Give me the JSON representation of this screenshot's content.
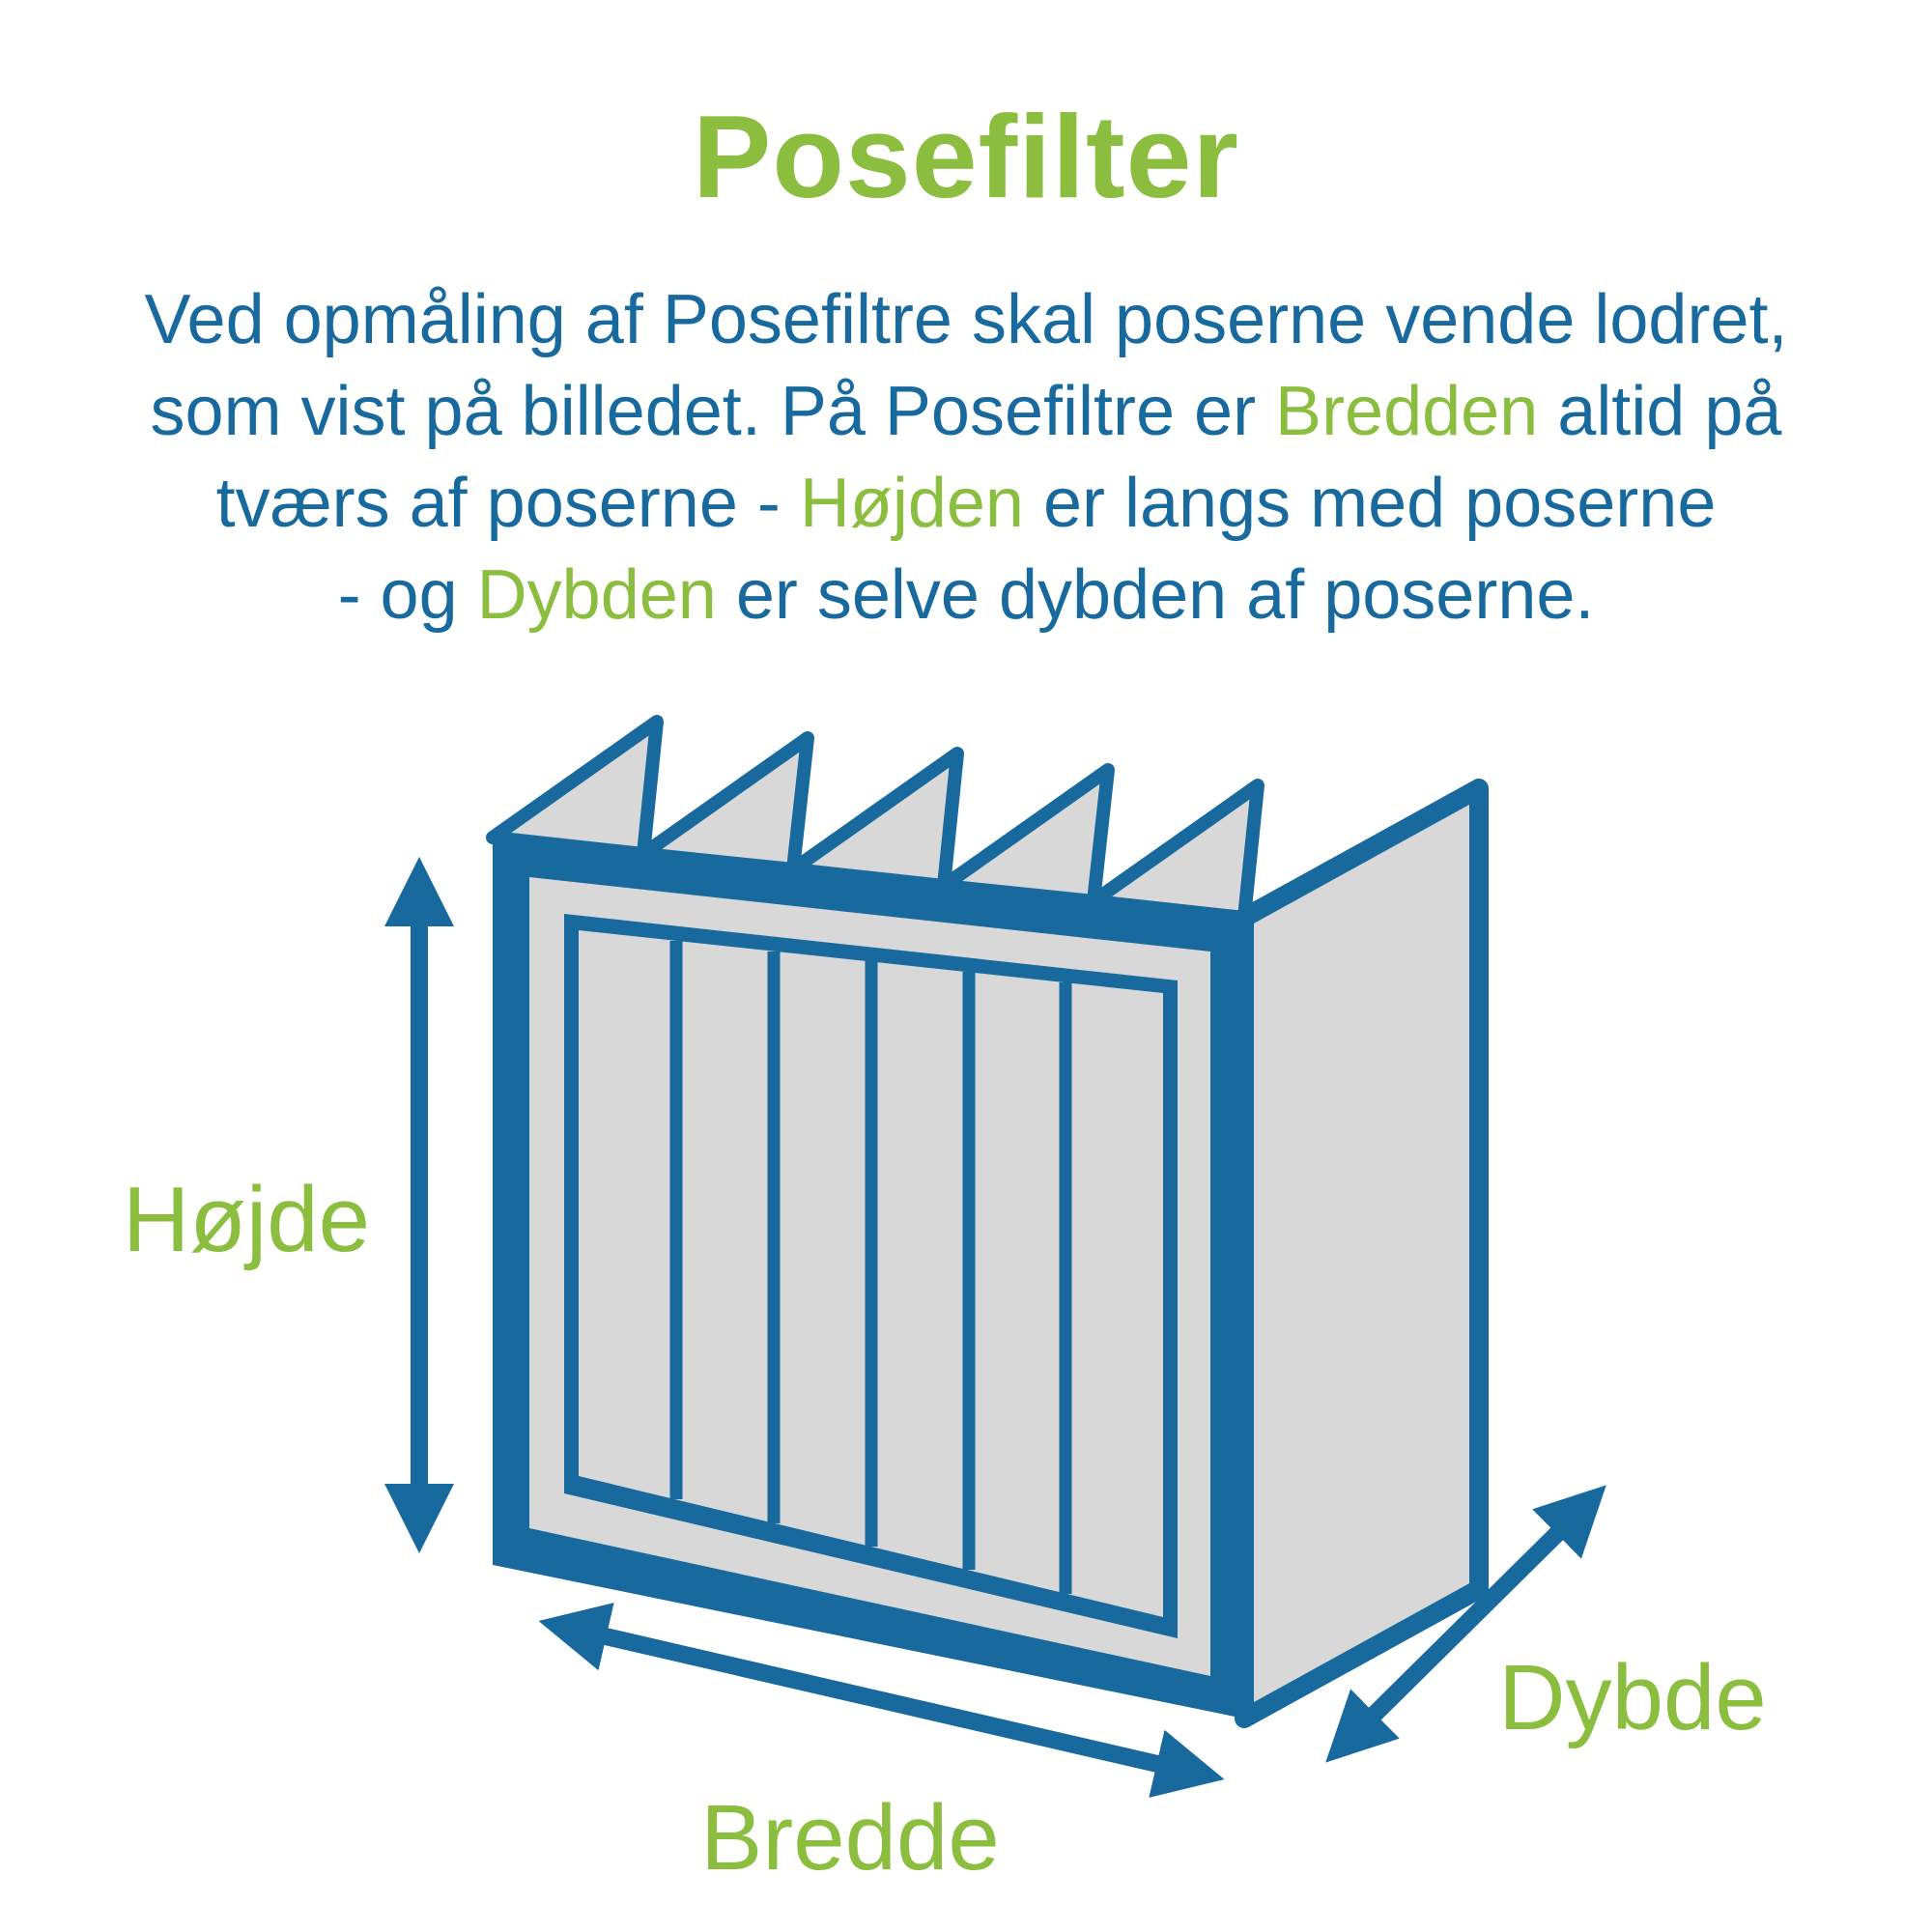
{
  "page": {
    "title": "Posefilter"
  },
  "colors": {
    "green": "#8bbd3e",
    "blue": "#17699e",
    "gray": "#d8d8d8",
    "background": "#ffffff"
  },
  "description": {
    "line1": {
      "t1": "Ved opmåling af Posefiltre skal poserne vende lodret,"
    },
    "line2": {
      "t1": "som vist på billedet. På Posefiltre er ",
      "hl": "Bredden",
      "t2": " altid på"
    },
    "line3": {
      "t1": "tværs af poserne - ",
      "hl": "Højden",
      "t2": " er langs med poserne"
    },
    "line4": {
      "t1": "- og ",
      "hl": "Dybden",
      "t2": " er selve dybden af poserne."
    }
  },
  "diagram": {
    "height_label": "Højde",
    "width_label": "Bredde",
    "depth_label": "Dybde"
  }
}
